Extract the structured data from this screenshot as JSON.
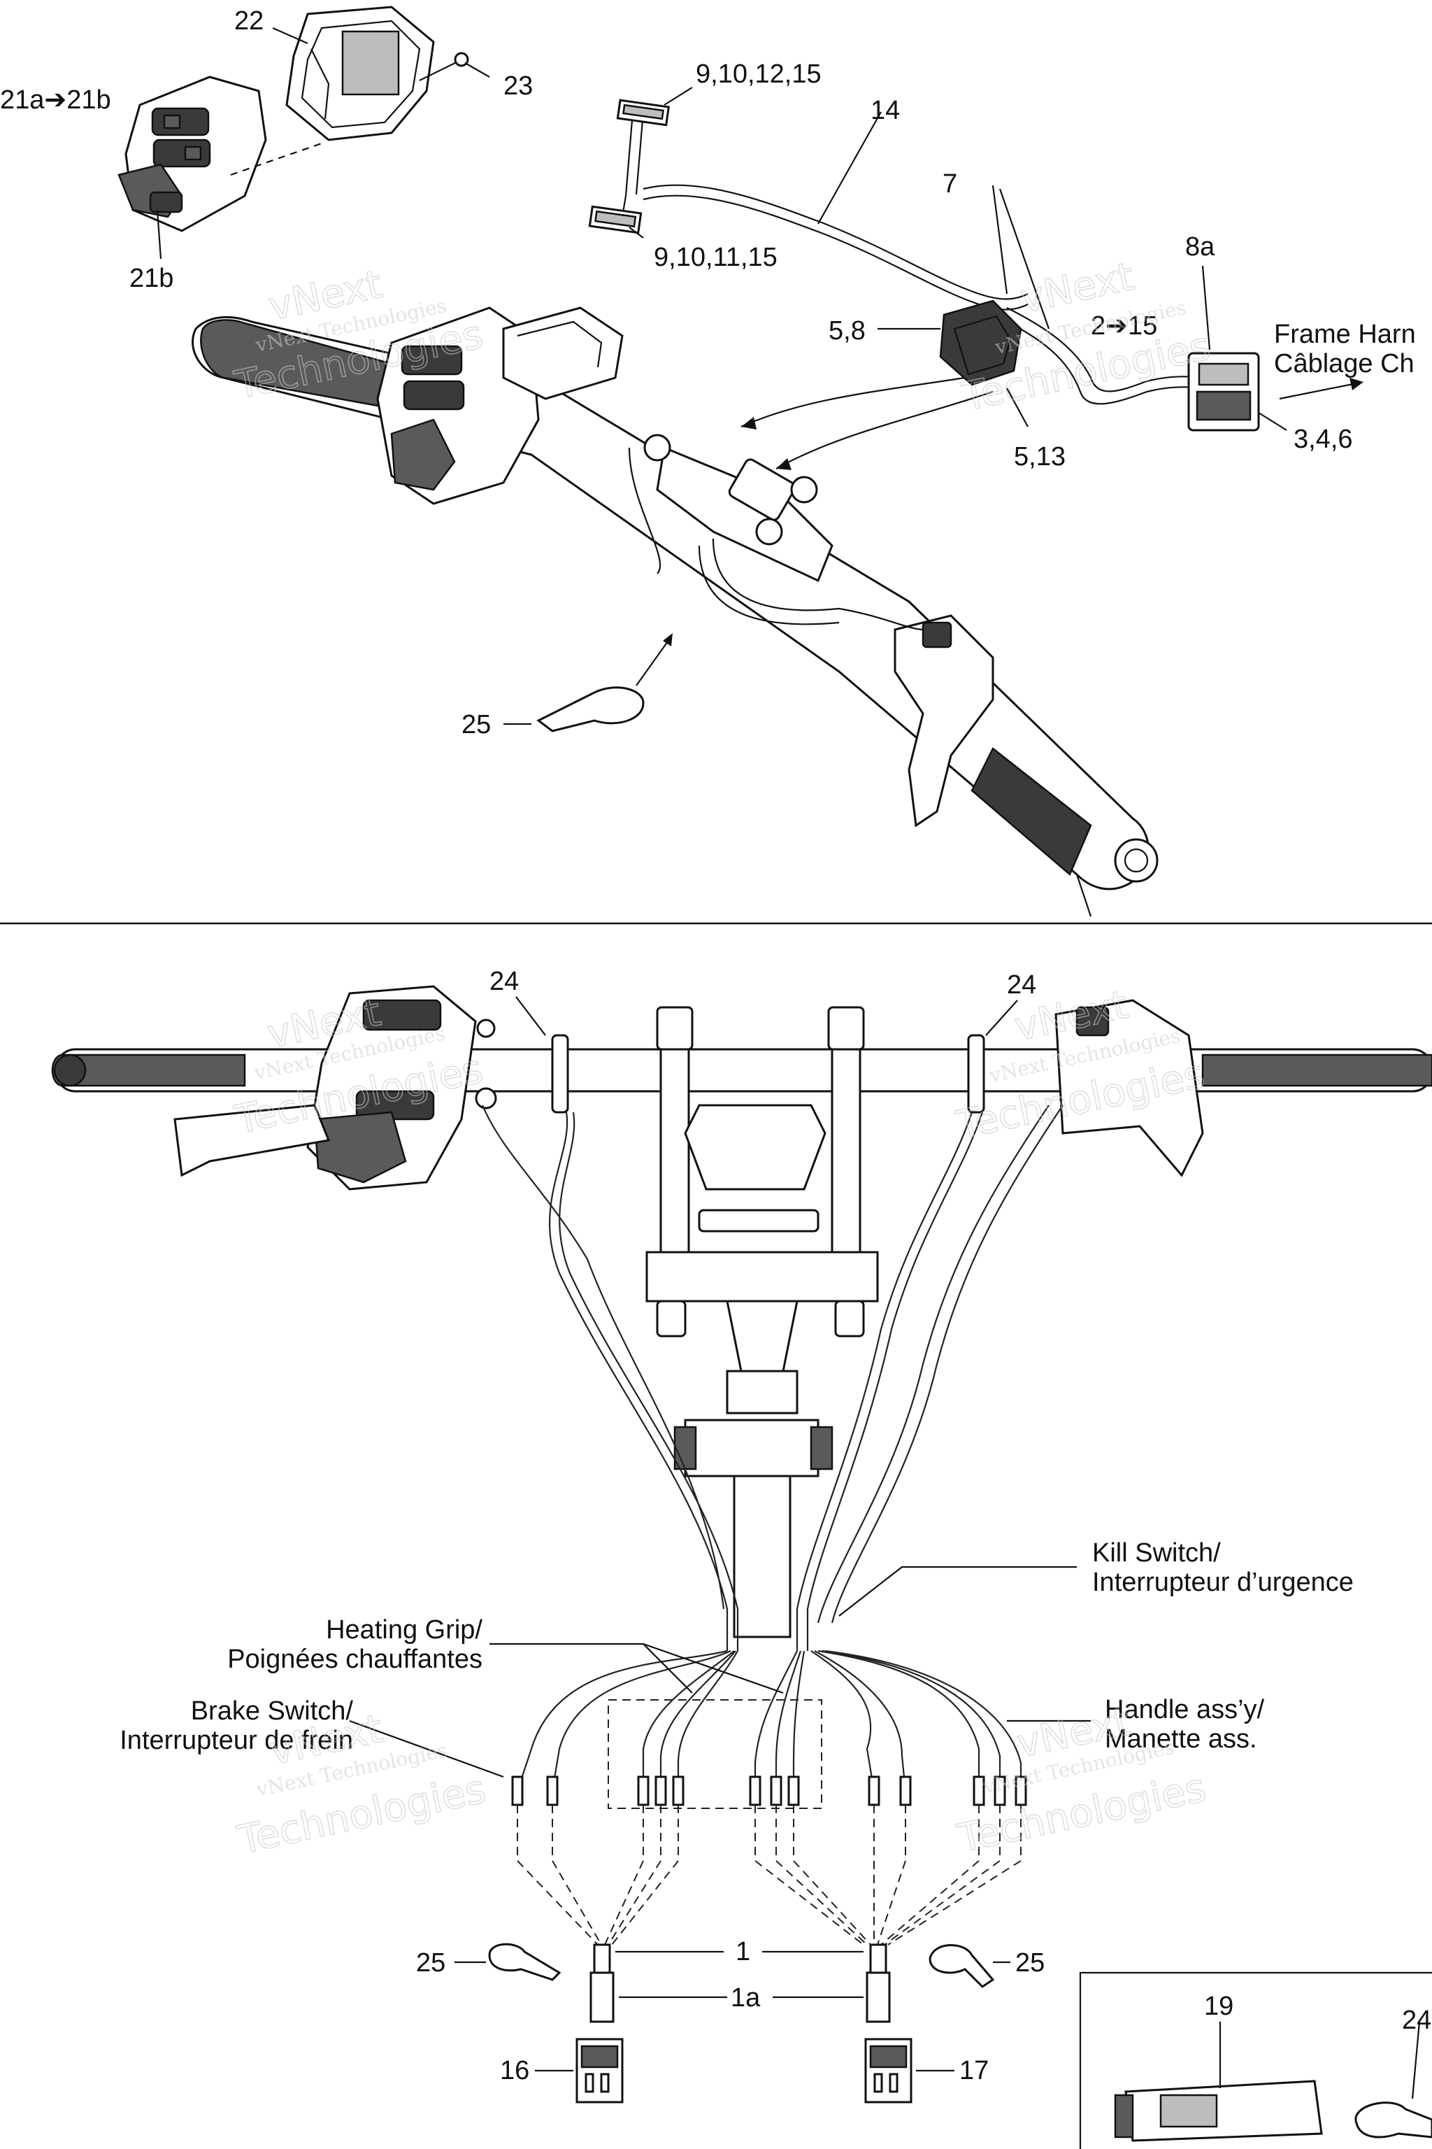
{
  "top_section": {
    "callouts": {
      "c22": "22",
      "c23": "23",
      "c21a": "21a➔21b",
      "c21b": "21b",
      "c9_12": "9,10,12,15",
      "c14": "14",
      "c9_11": "9,10,11,15",
      "c7": "7",
      "c8a": "8a",
      "c58": "5,8",
      "c215": "2➔15",
      "c513": "5,13",
      "c346": "3,4,6",
      "c25": "25"
    },
    "frame_harness_line1": "Frame Harn",
    "frame_harness_line2": "Câblage Ch"
  },
  "bottom_section": {
    "callouts": {
      "c24_left": "24",
      "c24_right": "24",
      "c1": "1",
      "c1a": "1a",
      "c25_left": "25",
      "c25_right": "25",
      "c16": "16",
      "c17": "17",
      "c19": "19",
      "c24_box": "24"
    },
    "kill_switch_line1": "Kill Switch/",
    "kill_switch_line2": "Interrupteur d’urgence",
    "heating_grip_line1": "Heating Grip/",
    "heating_grip_line2": "Poignées chauffantes",
    "brake_switch_line1": "Brake Switch/",
    "brake_switch_line2": "Interrupteur de frein",
    "handle_assy_line1": "Handle ass’y/",
    "handle_assy_line2": "Manette ass."
  },
  "watermark": {
    "line1": "vNext Technologies",
    "line2": "vNext",
    "line3": "Technologies"
  }
}
